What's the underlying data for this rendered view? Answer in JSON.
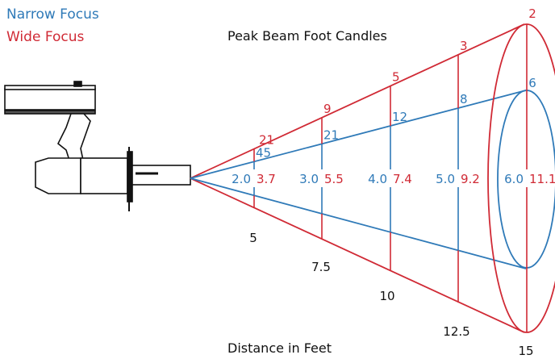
{
  "legend": {
    "narrow_label": "Narrow Focus",
    "wide_label": "Wide Focus"
  },
  "title": "Peak Beam Foot Candles",
  "xlabel": "Distance in Feet",
  "colors": {
    "narrow": "#2f7ab8",
    "wide": "#d02a35",
    "fixture": "#111111"
  },
  "icons": [
    "track-light-fixture-icon"
  ],
  "stations": [
    {
      "distance": "5",
      "narrow_diameter": "2.0",
      "wide_diameter": "3.7",
      "narrow_fc": "45",
      "wide_fc": "21"
    },
    {
      "distance": "7.5",
      "narrow_diameter": "3.0",
      "wide_diameter": "5.5",
      "narrow_fc": "21",
      "wide_fc": "9"
    },
    {
      "distance": "10",
      "narrow_diameter": "4.0",
      "wide_diameter": "7.4",
      "narrow_fc": "12",
      "wide_fc": "5"
    },
    {
      "distance": "12.5",
      "narrow_diameter": "5.0",
      "wide_diameter": "9.2",
      "narrow_fc": "8",
      "wide_fc": "3"
    },
    {
      "distance": "15",
      "narrow_diameter": "6.0",
      "wide_diameter": "11.1",
      "narrow_fc": "6",
      "wide_fc": "2"
    }
  ]
}
